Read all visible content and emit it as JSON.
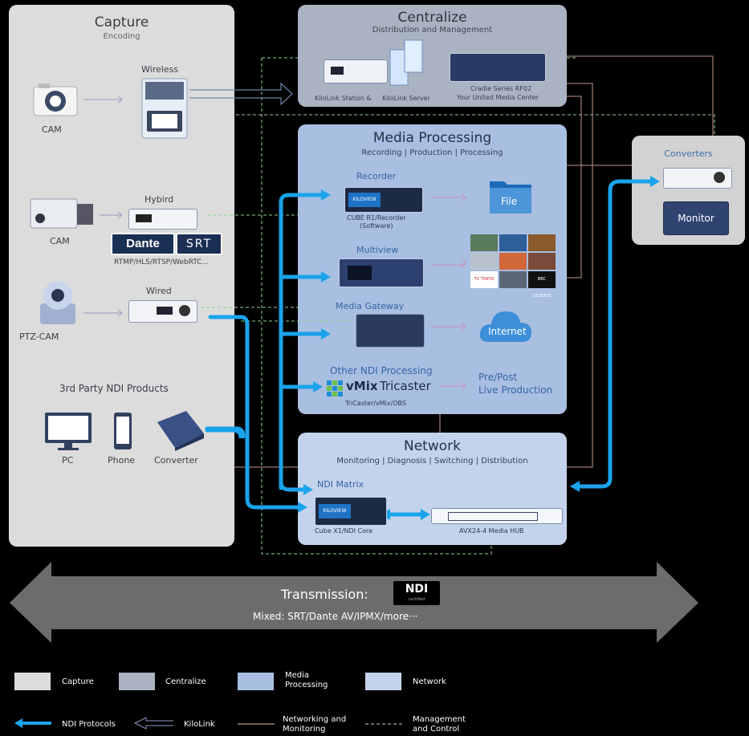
{
  "capture": {
    "title": "Capture",
    "subtitle": "Encoding",
    "wireless": "Wireless",
    "cam1": "CAM",
    "hybird": "Hybird",
    "cam2": "CAM",
    "dante": "Dante",
    "srt": "SRT",
    "protocols": "RTMP/HLS/RTSP/WebRTC...",
    "wired": "Wired",
    "ptz": "PTZ-CAM",
    "third_party": "3rd Party NDI Products",
    "pc": "PC",
    "phone": "Phone",
    "converter": "Converter"
  },
  "centralize": {
    "title": "Centralize",
    "subtitle": "Distribution and Management",
    "station": "KiloLink Station &",
    "server": "KiloLink Server",
    "cradle_line1": "Cradle Series RF02",
    "cradle_line2": "Your United Media Center"
  },
  "media": {
    "title": "Media Processing",
    "subtitle": "Recording | Production | Processing",
    "recorder": "Recorder",
    "recorder_dev_line1": "CUBE R1/Recorder",
    "recorder_dev_line2": "(Software)",
    "file": "File",
    "multiview": "Multiview",
    "gateway": "Media Gateway",
    "internet": "Internet",
    "other": "Other NDI Processing",
    "vmix": "vMix",
    "tricaster": "Tricaster",
    "others_sub": "TriCaster/vMix/OBS",
    "prepost_line1": "Pre/Post",
    "prepost_line2": "Live Production",
    "kiloview": "KILOVIEW",
    "bbc": "BBC STUDIOS",
    "tv": "TV TOKYO"
  },
  "converters": {
    "title": "Converters",
    "monitor": "Monitor"
  },
  "network": {
    "title": "Network",
    "subtitle": "Monitoring | Diagnosis | Switching | Distribution",
    "ndi_matrix": "NDI Matrix",
    "cube": "Cube X1/NDI Core",
    "avx": "AVX24-4 Media HUB"
  },
  "transmission": {
    "title": "Transmission:",
    "sub": "Mixed: SRT/Dante AV/IPMX/more···",
    "ndi_logo": "NDI",
    "ndi_logo_sub": "certified"
  },
  "legend": {
    "capture": "Capture",
    "centralize": "Centralize",
    "media_line1": "Media",
    "media_line2": "Processing",
    "network": "Network",
    "ndi": "NDI Protocols",
    "kilolink": "KiloLink",
    "networking_line1": "Networking and",
    "networking_line2": "Monitoring",
    "management_line1": "Management",
    "management_line2": "and Control"
  },
  "colors": {
    "capture": "#dcdcdc",
    "centralize": "#a9b3c2",
    "media": "#a9bfe2",
    "network": "#c4d3ec",
    "ndi_arrow": "#1aa3ea",
    "networking_line": "#c49a8c",
    "management_line": "#8ed08e"
  }
}
